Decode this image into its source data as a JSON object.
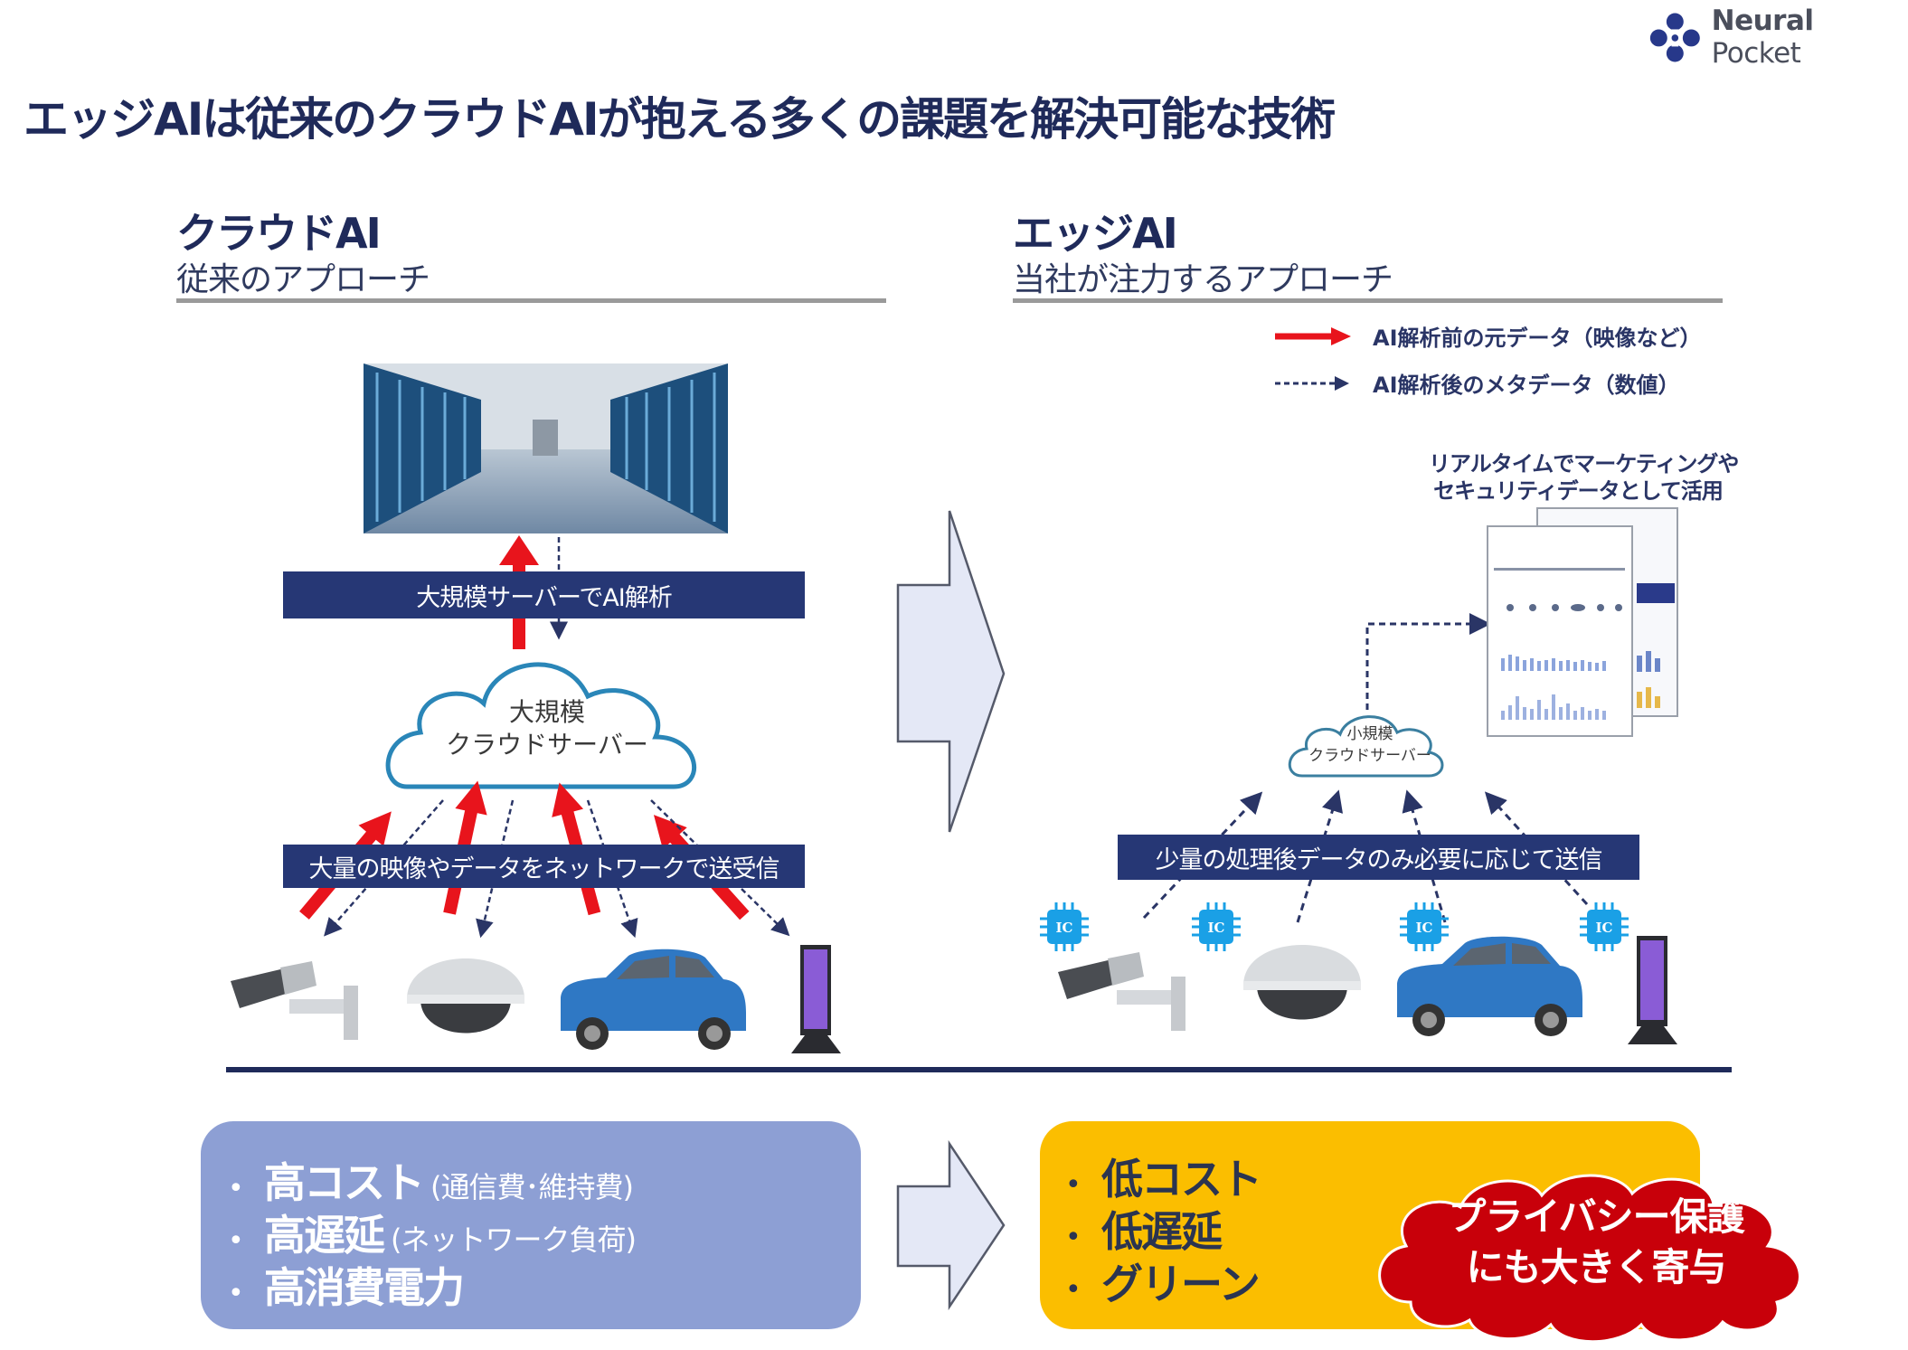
{
  "brand": {
    "name_bold": "Neural",
    "name_light": "Pocket",
    "icon": "neural-pocket-logo-icon"
  },
  "title": "エッジAIは従来のクラウドAIが抱える多くの課題を解決可能な技術",
  "cloud_ai": {
    "heading": "クラウドAI",
    "subheading": "従来のアプローチ",
    "banner_top": "大規模サーバーでAI解析",
    "cloud_label_line1": "大規模",
    "cloud_label_line2": "クラウドサーバー",
    "banner_bottom": "大量の映像やデータをネットワークで送受信",
    "devices": [
      "bullet-camera",
      "dome-camera",
      "car",
      "digital-signage"
    ],
    "issues": [
      {
        "main": "高コスト",
        "note": "(通信費･維持費)"
      },
      {
        "main": "高遅延",
        "note": "(ネットワーク負荷)"
      },
      {
        "main": "高消費電力",
        "note": ""
      }
    ]
  },
  "edge_ai": {
    "heading": "エッジAI",
    "subheading": "当社が注力するアプローチ",
    "legend": [
      {
        "type": "solid-red",
        "label": "AI解析前の元データ（映像など）"
      },
      {
        "type": "dashed-navy",
        "label": "AI解析後のメタデータ（数値）"
      }
    ],
    "dashboard_caption_line1": "リアルタイムでマーケティングや",
    "dashboard_caption_line2": "セキュリティデータとして活用",
    "cloud_label_line1": "小規模",
    "cloud_label_line2": "クラウドサーバー",
    "banner": "少量の処理後データのみ必要に応じて送信",
    "chip_label": "IC",
    "devices": [
      "bullet-camera",
      "dome-camera",
      "car",
      "digital-signage"
    ],
    "benefits": [
      "低コスト",
      "低遅延",
      "グリーン"
    ],
    "privacy_line1": "プライバシー保護",
    "privacy_line2": "にも大きく寄与"
  },
  "bullet_char": "•",
  "colors": {
    "navy": "#1f2a5a",
    "banner": "#263775",
    "red_arrow": "#e8141c",
    "cloud_stroke": "#2a86b8",
    "blue_box": "#8d9fd4",
    "yellow_box": "#fbbe00",
    "privacy_cloud": "#c8000a",
    "chip": "#1aa0e6"
  }
}
